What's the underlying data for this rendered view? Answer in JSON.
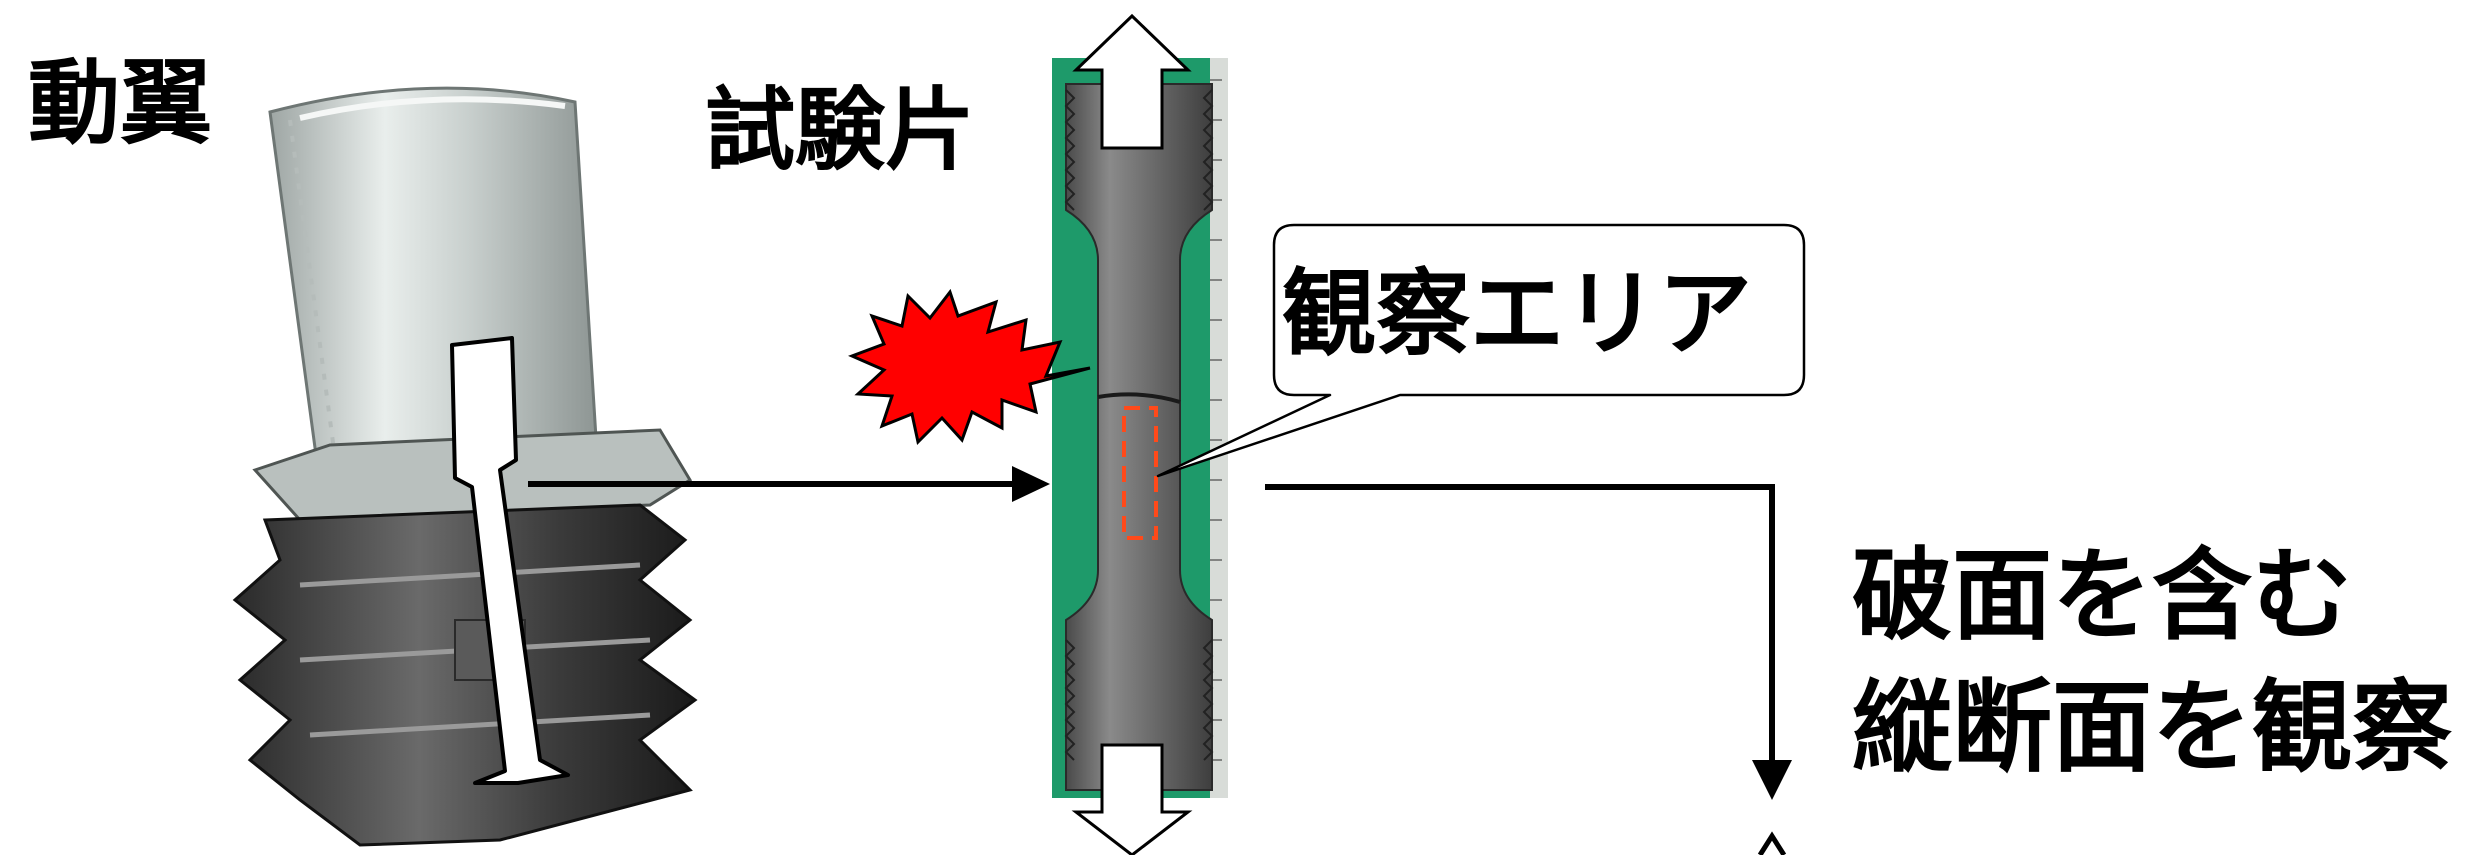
{
  "labels": {
    "blade": "動翼",
    "specimen": "試験片",
    "observation_area": "観察エリア",
    "observe_line1": "破面を含む",
    "observe_line2": "縦断面を観察"
  },
  "colors": {
    "specimen_background": "#1e9a6a",
    "specimen_metal": "#6e6e6e",
    "fracture_mark": "#ff0000",
    "observation_box": "#ff4a1a",
    "arrows": "#000000"
  },
  "icons": {
    "tension_arrows": "hollow-double-arrow",
    "fracture": "red-starburst"
  }
}
